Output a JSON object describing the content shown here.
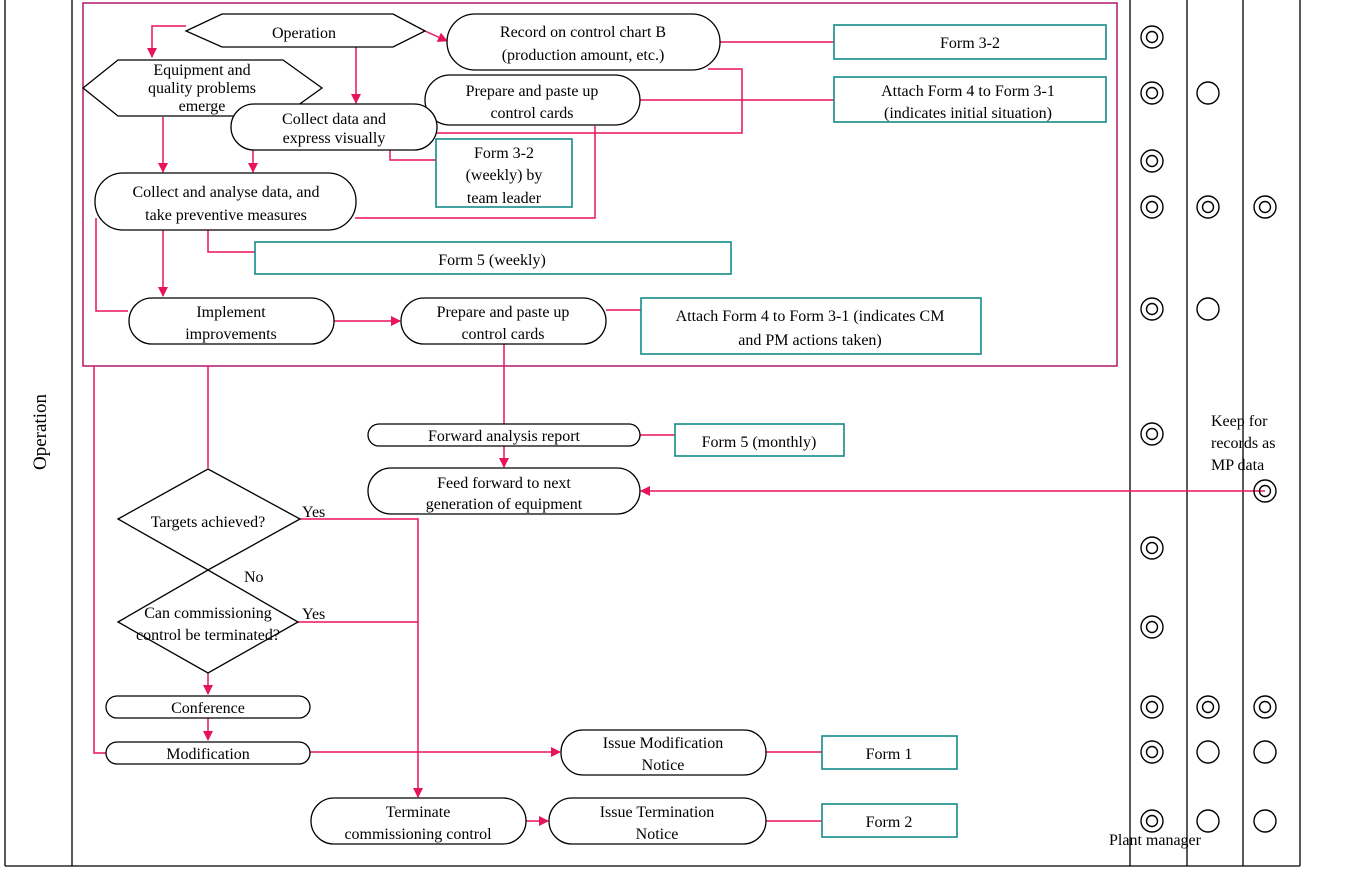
{
  "lane": {
    "title": "Operation"
  },
  "nodes": {
    "operation": "Operation",
    "equip_problems": [
      "Equipment and",
      "quality problems",
      "emerge"
    ],
    "record_chart": [
      "Record on control chart B",
      "(production amount, etc.)"
    ],
    "prepare_cards_1": [
      "Prepare and paste up",
      "control cards"
    ],
    "collect_express": [
      "Collect data and",
      "express visually"
    ],
    "collect_analyse": [
      "Collect and analyse data, and",
      "take preventive measures"
    ],
    "implement": [
      "Implement",
      "improvements"
    ],
    "prepare_cards_2": [
      "Prepare and paste up",
      "control cards"
    ],
    "forward_report": "Forward analysis report",
    "feed_forward": [
      "Feed forward to next",
      "generation of equipment"
    ],
    "targets": "Targets achieved?",
    "can_terminate": [
      "Can commissioning",
      "control be terminated?"
    ],
    "conference": "Conference",
    "modification": "Modification",
    "issue_mod": [
      "Issue Modification",
      "Notice"
    ],
    "terminate": [
      "Terminate",
      "commissioning control"
    ],
    "issue_term": [
      "Issue Termination",
      "Notice"
    ]
  },
  "forms": {
    "form_3_2": "Form 3-2",
    "attach_initial": [
      "Attach Form 4 to Form 3-1",
      "(indicates initial situation)"
    ],
    "form_3_2_weekly": [
      "Form 3-2",
      "(weekly) by",
      "team leader"
    ],
    "form_5_weekly": "Form 5 (weekly)",
    "attach_cm_pm": [
      "Attach Form 4 to Form 3-1 (indicates CM",
      "and PM actions taken)"
    ],
    "form_5_monthly": "Form 5 (monthly)",
    "form_1": "Form 1",
    "form_2": "Form 2"
  },
  "edge_labels": {
    "yes1": "Yes",
    "no": "No",
    "yes2": "Yes"
  },
  "notes": {
    "keep_records": [
      "Keep for",
      "records as",
      "MP data"
    ],
    "plant_manager": "Plant manager"
  },
  "responsibility_symbols": [
    "double-circle-icon",
    "circle-icon"
  ],
  "colors": {
    "flow": "#e8145a",
    "form_border": "#138a8a",
    "group_border": "#b0186a"
  }
}
